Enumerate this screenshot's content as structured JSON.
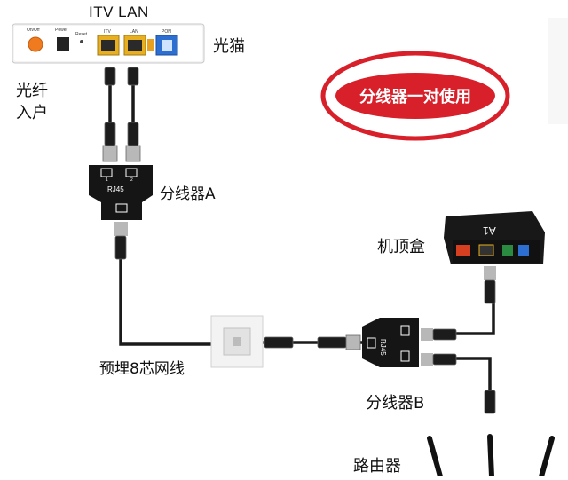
{
  "labels": {
    "itv_lan": "ITV LAN",
    "modem": "光猫",
    "fiber_in": "光纤入户",
    "splitter_a": "分线器A",
    "stamp": "分线器一对使用",
    "set_top_box": "机顶盒",
    "cable": "预埋8芯网线",
    "splitter_b": "分线器B",
    "router": "路由器"
  },
  "device_text": {
    "rj45": "RJ45",
    "stb_logo": "A1",
    "port_onoff": "On/Off",
    "port_power": "Power",
    "port_reset": "Reset",
    "port_itv": "ITV",
    "port_lan": "LAN",
    "port_pon": "PON",
    "port_1": "1",
    "port_2": "2"
  },
  "colors": {
    "stamp_red": "#d8202a",
    "cable": "#1a1a1a",
    "power_button": "#f07a1e",
    "lan_port": "#e8b020",
    "pon_port": "#2d6fd0",
    "splitter_body": "#151515"
  }
}
